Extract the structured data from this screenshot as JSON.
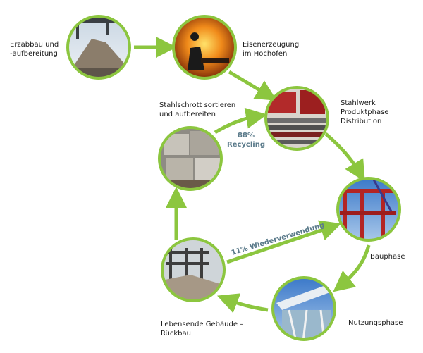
{
  "colors": {
    "ring": "#8cc63f",
    "arrow": "#8cc63f",
    "stat_text": "#5a7a8a"
  },
  "stages": [
    {
      "id": "ore",
      "lines": [
        "Erzabbau und",
        "-aufbereitung"
      ],
      "image": "ore-pile-conveyor-photo"
    },
    {
      "id": "furnace",
      "lines": [
        "Eisenerzeugung",
        "im Hochofen"
      ],
      "image": "blast-furnace-worker-photo"
    },
    {
      "id": "steelworks",
      "lines": [
        "Stahlwerk",
        "Produktphase",
        "Distribution"
      ],
      "image": "steel-beams-stack-photo"
    },
    {
      "id": "construction",
      "lines": [
        "Bauphase"
      ],
      "image": "red-steel-frame-construction-photo"
    },
    {
      "id": "use",
      "lines": [
        "Nutzungsphase"
      ],
      "image": "glass-steel-building-photo"
    },
    {
      "id": "demolition",
      "lines": [
        "Lebensende Gebäude –",
        "Rückbau"
      ],
      "image": "building-demolition-photo"
    },
    {
      "id": "scrap",
      "lines": [
        "Stahlschrott sortieren",
        "und aufbereiten"
      ],
      "image": "scrap-metal-bales-photo"
    }
  ],
  "recycling": {
    "percent": "88%",
    "label": "Recycling"
  },
  "reuse": {
    "label": "11% Wiederverwendung"
  }
}
